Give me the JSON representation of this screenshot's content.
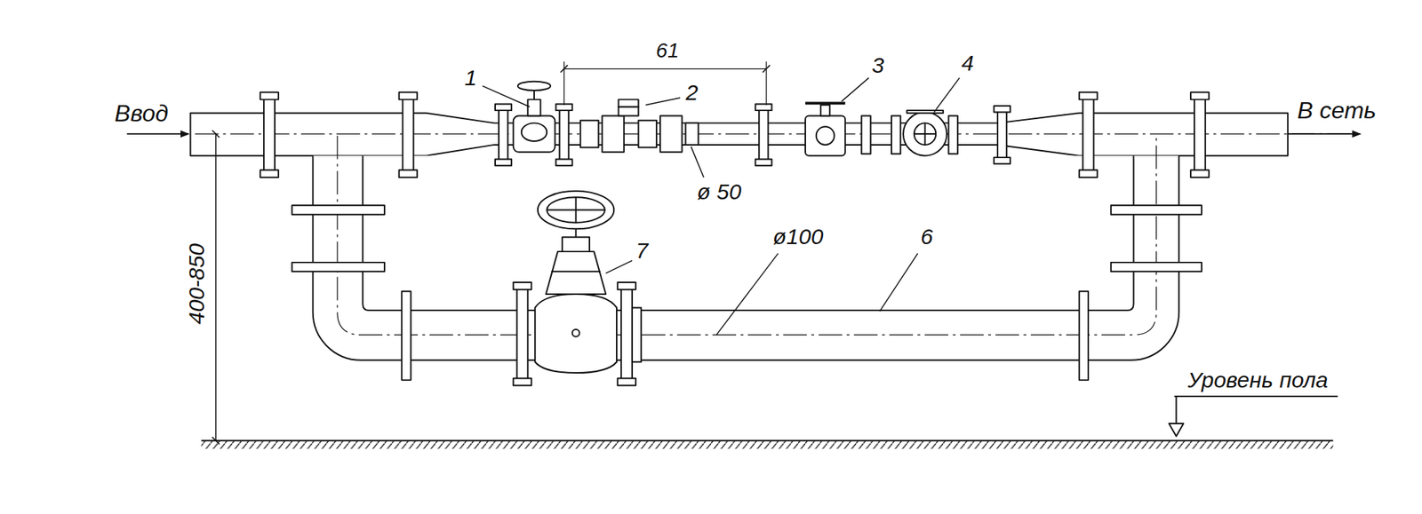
{
  "diagram": {
    "labels": [
      "1",
      "61",
      "2",
      "3",
      "4",
      "Ввод",
      "В сеть",
      "ø 50",
      "ø100",
      "6",
      "7",
      "400-850",
      "Уровень пола"
    ]
  }
}
